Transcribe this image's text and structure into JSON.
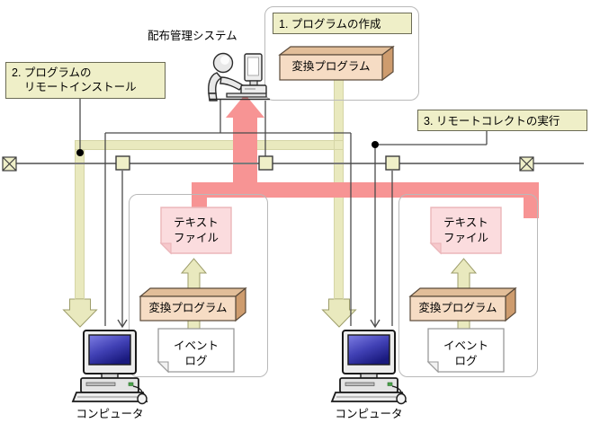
{
  "diagram": {
    "title_label": "配布管理システム",
    "callouts": [
      {
        "id": "step1",
        "text": "1. プログラムの作成"
      },
      {
        "id": "step2",
        "text": "2. プログラムの\n    リモートインストール"
      },
      {
        "id": "step3",
        "text": "3. リモートコレクトの実行"
      }
    ],
    "manager": {
      "program_box": "変換プログラム",
      "operator_icon": "person-at-workstation-icon"
    },
    "nodes": [
      {
        "id": "left",
        "caption": "コンピュータ",
        "text_file": "テキスト\nファイル",
        "program_box": "変換プログラム",
        "event_log": "イベント\nログ",
        "computer_icon": "desktop-computer-icon"
      },
      {
        "id": "right",
        "caption": "コンピュータ",
        "text_file": "テキスト\nファイル",
        "program_box": "変換プログラム",
        "event_log": "イベント\nログ",
        "computer_icon": "desktop-computer-icon"
      }
    ],
    "network": {
      "terminator_left_icon": "bus-terminator-icon",
      "terminator_right_icon": "bus-terminator-icon",
      "tap_icon": "network-tap-connector-icon",
      "taps": 3
    },
    "colors": {
      "callout_fill": "#EFEFC8",
      "callout_stroke": "#6b6b55",
      "distribute_flow": "#E9E9BE",
      "collect_flow": "#F79494",
      "program_face": "#F6DCC4",
      "program_top": "#E2BE99",
      "program_side": "#CE9C6E",
      "text_file_fill": "#FBDCDE",
      "text_file_stroke": "#EBB6BA",
      "event_log_fill": "#FFFFFF",
      "event_log_stroke": "#999999",
      "bus_line": "#7a7a7a",
      "group_border": "#b9b9b9",
      "screen_top": "#6A6AD8",
      "screen_bottom": "#1C1C8C",
      "case_light": "#EDEDED",
      "case_mid": "#D2D2D2",
      "case_dark": "#9A9A9A"
    }
  }
}
